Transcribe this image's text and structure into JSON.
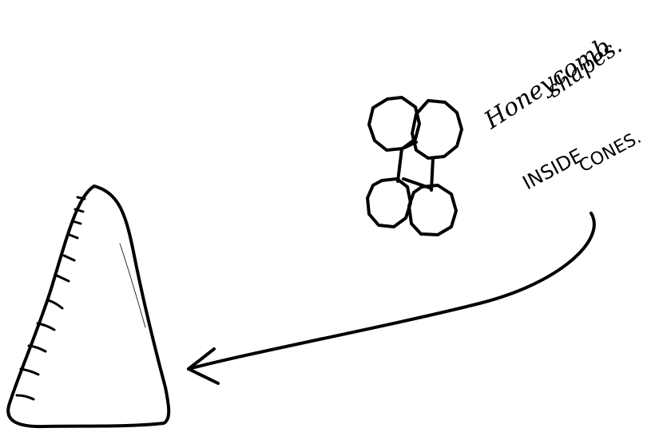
{
  "annotations": {
    "honeycomb_line1": "Honeycomb",
    "honeycomb_line2": "shapes.",
    "inside_line1": "INSIDE",
    "inside_line2": "CONES."
  },
  "colors": {
    "ink": "#000000",
    "background": "#ffffff"
  }
}
